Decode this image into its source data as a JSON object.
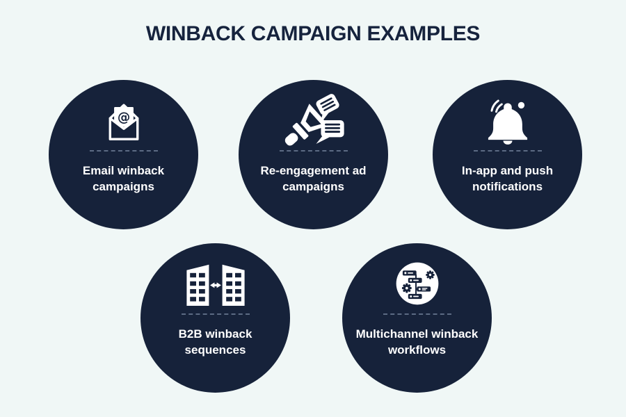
{
  "title": "WINBACK CAMPAIGN EXAMPLES",
  "colors": {
    "background": "#F0F7F6",
    "circle": "#16223A",
    "title": "#16233D",
    "label": "#FFFFFF",
    "divider": "#5C6B84",
    "icon": "#FFFFFF"
  },
  "circles": [
    {
      "label": "Email winback campaigns",
      "icon": "email-envelope-icon"
    },
    {
      "label": "Re-engagement ad campaigns",
      "icon": "megaphone-ad-icon"
    },
    {
      "label": "In-app and push notifications",
      "icon": "notification-bell-icon"
    },
    {
      "label": "B2B winback sequences",
      "icon": "b2b-buildings-icon"
    },
    {
      "label": "Multichannel winback workflows",
      "icon": "workflow-gears-icon"
    }
  ],
  "icon_glyphs": {
    "email_letter_symbol": "@"
  }
}
